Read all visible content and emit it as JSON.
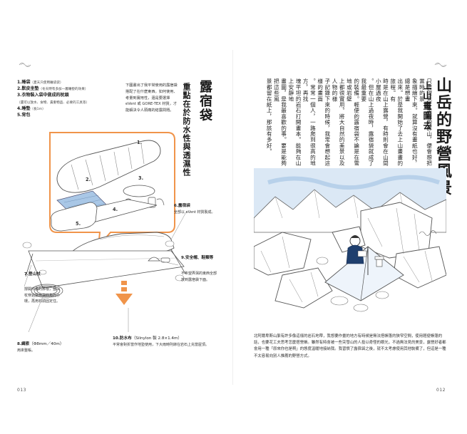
{
  "left_page": {
    "legend": [
      {
        "n": "1.",
        "label": "睡袋",
        "note": "（夏天只使用睡袋袋）"
      },
      {
        "n": "2.",
        "label": "默皮坐墊",
        "note": "（冬天時有多加一層睡墊的效果）"
      },
      {
        "n": "3.",
        "label": "衣物裝入袋中做成的枕頭",
        "note": ""
      },
      {
        "n": "",
        "label": "",
        "note": "（還可以放水、食物、貴重物品、必要的工具等）"
      },
      {
        "n": "4.",
        "label": "睡墊",
        "note": "（長1m）"
      },
      {
        "n": "5.",
        "label": "背包",
        "note": ""
      }
    ],
    "intro": "下圖畫出了我平常使用的露宿袋搭配了在什麼東西。如何使用、考量到實用性，還是要選擇 eVent 或 GORE-TEX 材質，才能解決令人頭痛的結露問題。",
    "title_main": "露宿袋",
    "title_sub": "重點在於防水性與透濕性",
    "diagram_numbers": [
      "1.",
      "2.",
      "3.",
      "4.",
      "5."
    ],
    "callouts": {
      "c6": {
        "label": "6.露宿袋",
        "note": "全部以 eVent 材質製成。"
      },
      "c9": {
        "label": "9.安全帽、鞋類等",
        "note": "不希望弄濕的東西全部放到露宿袋下面。"
      },
      "c7": {
        "label": "7.登山杖",
        "note": "撐開中畫的那根，登山杖穿過露宿袋四角的小環，再用石頭固定住。"
      },
      "c8": {
        "label": "8.繩索",
        "spec": "（Φ8mm／40m）",
        "note": "用來整帳。"
      },
      "c10": {
        "label": "10.防水布",
        "spec": "（Silnylon 製 2.8×1.4m）",
        "note": "平常會對折當作地墊使用，下大雨時則綁在岩石上充當屋頂。"
      }
    },
    "page_number": "013"
  },
  "right_page": {
    "title_main": "山岳的野營風景",
    "title_sub": "上山畫圖去",
    "body_columns": [
      "只要望見了美麗的群山，便會想把當時的景",
      "象描繪下來。就算沒有畫紙也好，總是想畫",
      "出來。於是我開始了去上山畫畫的旅程。有",
      "時是在山上露營，有時則會在山間小屋過夜",
      "。但在山上過夜時，露宿袋就成了我最重要",
      "的裝備。輕便的露宿袋不論是在雪地或岩壁",
      "上都很實用。將大自然的美景以及人物的樣",
      "子記錄下來的時候，我常會想起這樣的畫面",
      "。常常一個人，一路爬到很高的地方，再找",
      "塊平坦的岩石打開畫本。能夠在山上安靜地",
      "畫圖，是我最喜歡的事。要是能夠把這些風",
      "景都留在紙上，那該有多好。"
    ],
    "caption": "北阿爾卑斯山脈有許多像這樣的岩石地帶，我想要作畫的地方有時候是無法搭帳篷的狹窄空間，使用輕便帳篷的話，也要花工夫思考怎麼搭營帳。雖然有時會被一些突發山的人投以奇怪的眼光，不過無法見的美景，露營好者都會用一種「原來你也是啊」的態度溫暖地接納我。我習慣了露宿袋之後，就不太考慮使用其他裝備了，但這是一種不太容易向別人推薦的野營方式。",
    "page_number": "012"
  },
  "colors": {
    "accent_orange": "#f0944a",
    "ink": "#222222",
    "sky_blue": "#a9c7e6"
  }
}
